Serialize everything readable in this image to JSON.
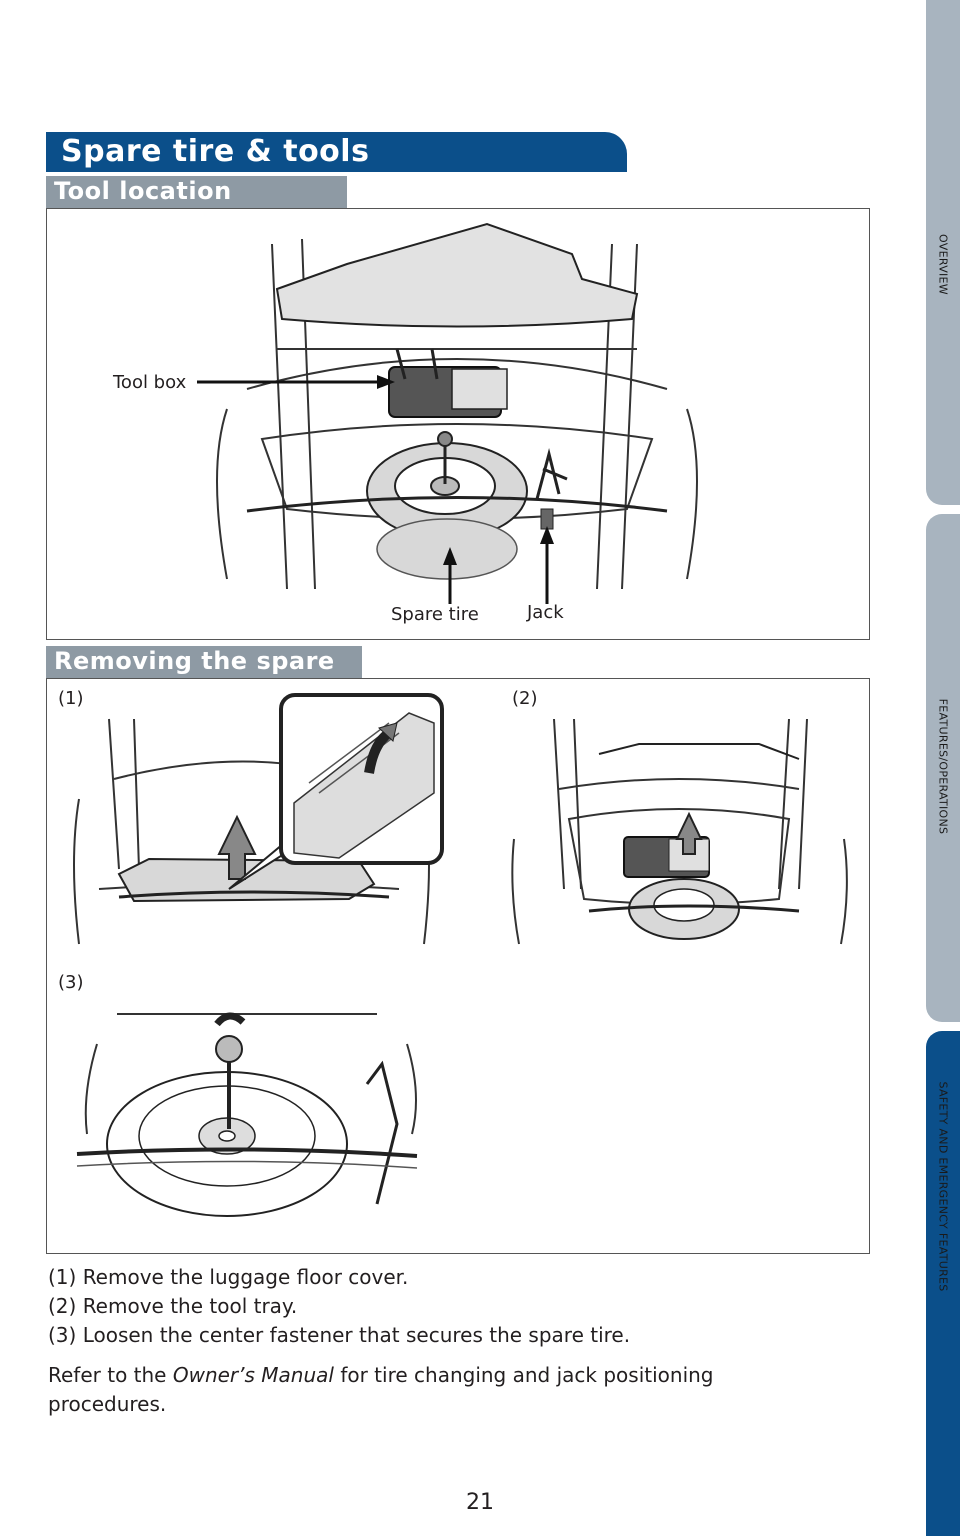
{
  "header": {
    "title": "Spare tire & tools"
  },
  "tool_location": {
    "title": "Tool location",
    "labels": {
      "tool_box": "Tool box",
      "spare_tire": "Spare tire",
      "jack": "Jack"
    }
  },
  "removing": {
    "title": "Removing the spare tire",
    "step_labels": [
      "(1)",
      "(2)",
      "(3)"
    ]
  },
  "instructions": [
    "(1) Remove the luggage floor cover.",
    "(2) Remove the tool tray.",
    "(3) Loosen the center fastener that secures the spare tire."
  ],
  "refer": {
    "prefix": "Refer to the ",
    "manual": "Owner’s Manual",
    "suffix": " for tire changing and jack positioning",
    "line2": "procedures."
  },
  "page_number": "21",
  "side_tabs": [
    "OVERVIEW",
    "FEATURES/OPERATIONS",
    "SAFETY AND EMERGENCY FEATURES"
  ],
  "colors": {
    "accent": "#0b4f8a",
    "tab_inactive": "#a8b4bf",
    "sub_header": "#8e9aa4"
  }
}
